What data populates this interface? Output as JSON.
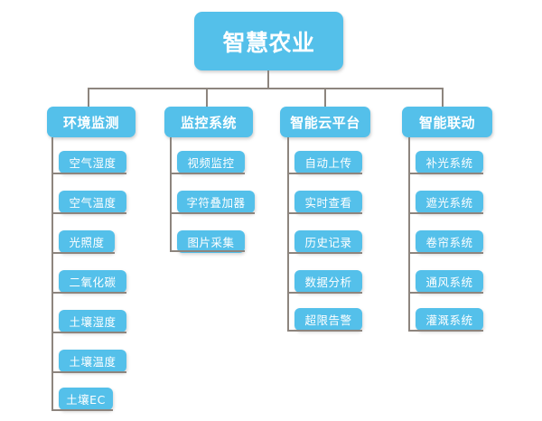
{
  "diagram": {
    "type": "org-tree",
    "orientation": "top-down",
    "root": {
      "label": "智慧农业"
    },
    "colors": {
      "node_fill": "#54c0ea",
      "node_text": "#ffffff",
      "connector": "#8d857e",
      "background": "#ffffff"
    },
    "branches": [
      {
        "label": "环境监测",
        "children": [
          {
            "label": "空气湿度"
          },
          {
            "label": "空气温度"
          },
          {
            "label": "光照度"
          },
          {
            "label": "二氧化碳"
          },
          {
            "label": "土壤湿度"
          },
          {
            "label": "土壤温度"
          },
          {
            "label": "土壤EC"
          }
        ]
      },
      {
        "label": "监控系统",
        "children": [
          {
            "label": "视频监控"
          },
          {
            "label": "字符叠加器"
          },
          {
            "label": "图片采集"
          }
        ]
      },
      {
        "label": "智能云平台",
        "children": [
          {
            "label": "自动上传"
          },
          {
            "label": "实时查看"
          },
          {
            "label": "历史记录"
          },
          {
            "label": "数据分析"
          },
          {
            "label": "超限告警"
          }
        ]
      },
      {
        "label": "智能联动",
        "children": [
          {
            "label": "补光系统"
          },
          {
            "label": "遮光系统"
          },
          {
            "label": "卷帘系统"
          },
          {
            "label": "通风系统"
          },
          {
            "label": "灌溉系统"
          }
        ]
      }
    ]
  }
}
